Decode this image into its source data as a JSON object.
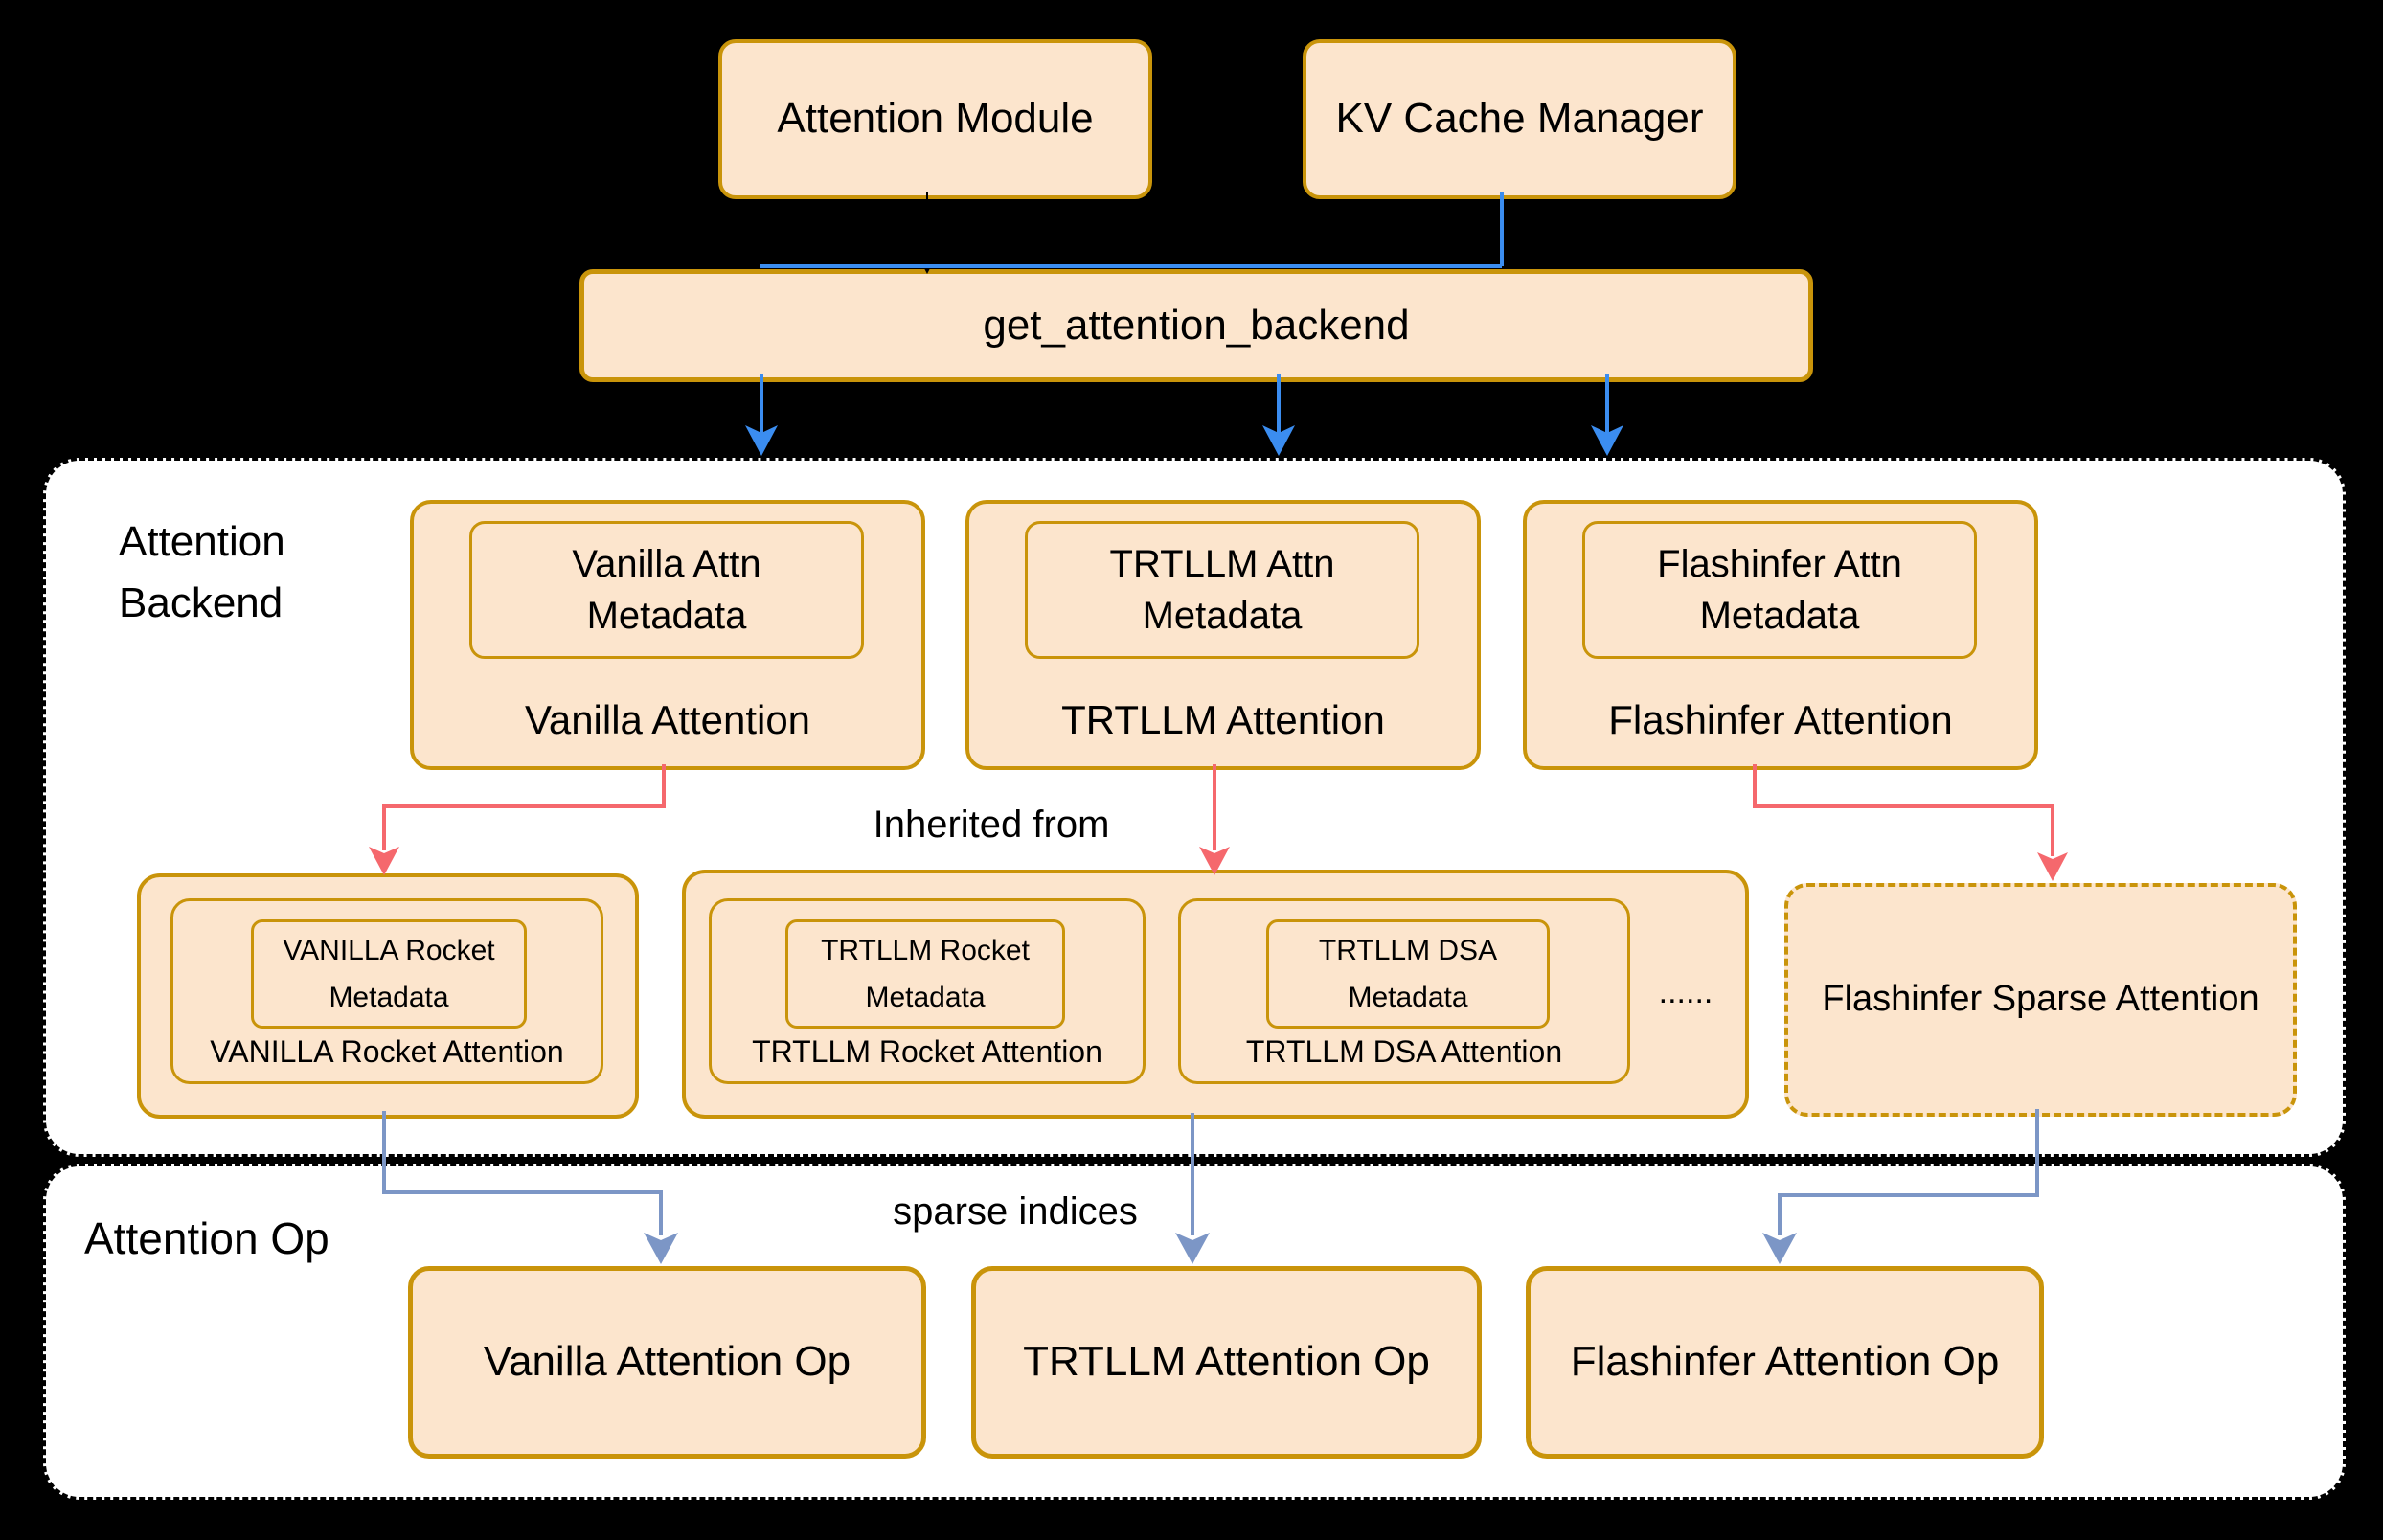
{
  "colors": {
    "bg": "#000000",
    "container-fill": "#FFFFFF",
    "container-border": "#000000",
    "box-fill": "#FCE5CD",
    "box-border": "#C9940A",
    "arrow-blue": "#3B8DF0",
    "arrow-red": "#F5686D",
    "arrow-steel": "#7C96C6",
    "text": "#000000"
  },
  "top": {
    "attention_module": "Attention Module",
    "kv_cache_manager": "KV Cache Manager",
    "get_attention_backend": "get_attention_backend"
  },
  "backend_section": {
    "label": "Attention\nBackend",
    "inherited_from_label": "Inherited from",
    "backends": [
      {
        "metadata": "Vanilla Attn\nMetadata",
        "label": "Vanilla Attention"
      },
      {
        "metadata": "TRTLLM Attn\nMetadata",
        "label": "TRTLLM Attention"
      },
      {
        "metadata": "Flashinfer Attn\nMetadata",
        "label": "Flashinfer Attention"
      }
    ],
    "inherited": {
      "vanilla_rocket": {
        "metadata": "VANILLA Rocket\nMetadata",
        "label": "VANILLA Rocket Attention"
      },
      "trtllm_rocket": {
        "metadata": "TRTLLM Rocket\nMetadata",
        "label": "TRTLLM Rocket Attention"
      },
      "trtllm_dsa": {
        "metadata": "TRTLLM DSA\nMetadata",
        "label": "TRTLLM DSA Attention"
      },
      "ellipsis": "......",
      "flashinfer_sparse": "Flashinfer Sparse Attention"
    }
  },
  "op_section": {
    "label": "Attention Op",
    "sparse_indices_label": "sparse indices",
    "ops": [
      "Vanilla Attention Op",
      "TRTLLM Attention Op",
      "Flashinfer Attention Op"
    ]
  }
}
